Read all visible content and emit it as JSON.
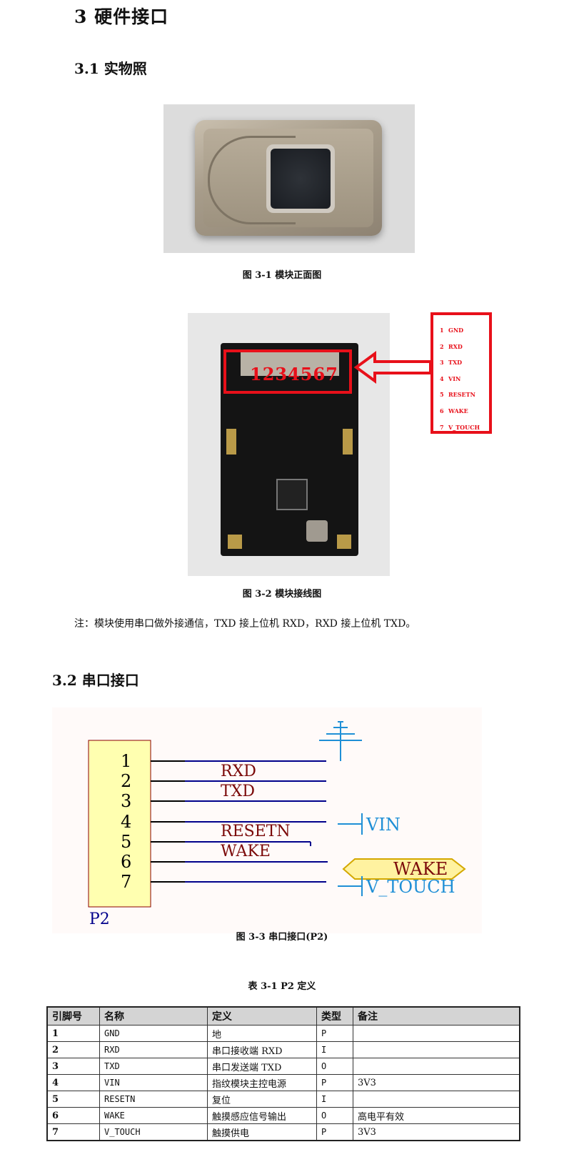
{
  "headings": {
    "section": "3  硬件接口",
    "sub1": "3.1  实物照",
    "sub2": "3.2  串口接口"
  },
  "captions": {
    "fig1": "图  3-1  模块正面图",
    "fig2": "图  3-2 模块接线图",
    "fig3": "图  3-3     串口接口(P2)",
    "table": "表  3-1    P2 定义"
  },
  "note": "注：模块使用串口做外接通信，TXD 接上位机 RXD，RXD 接上位机 TXD。",
  "wiring": {
    "pin_numbers": "1234567",
    "pins": [
      {
        "num": "1",
        "name": "GND"
      },
      {
        "num": "2",
        "name": "RXD"
      },
      {
        "num": "3",
        "name": "TXD"
      },
      {
        "num": "4",
        "name": "VIN"
      },
      {
        "num": "5",
        "name": "RESETN"
      },
      {
        "num": "6",
        "name": "WAKE"
      },
      {
        "num": "7",
        "name": "V_TOUCH"
      }
    ]
  },
  "schematic": {
    "connector": "P2",
    "pins": [
      "1",
      "2",
      "3",
      "4",
      "5",
      "6",
      "7"
    ],
    "nets": [
      "RXD",
      "TXD",
      "RESETN",
      "WAKE"
    ],
    "ports": [
      "VIN",
      "WAKE",
      "V_TOUCH"
    ],
    "colors": {
      "wire": "#00008b",
      "net_label": "#7b0a0a",
      "port": "#1f8fd6",
      "box": "#ffffb0"
    }
  },
  "table": {
    "headers": [
      "引脚号",
      "名称",
      "定义",
      "类型",
      "备注"
    ],
    "rows": [
      [
        "1",
        "GND",
        "地",
        "P",
        ""
      ],
      [
        "2",
        "RXD",
        "串口接收端 RXD",
        "I",
        ""
      ],
      [
        "3",
        "TXD",
        "串口发送端 TXD",
        "O",
        ""
      ],
      [
        "4",
        "VIN",
        "指纹模块主控电源",
        "P",
        "3V3"
      ],
      [
        "5",
        "RESETN",
        "复位",
        "I",
        ""
      ],
      [
        "6",
        "WAKE",
        "触摸感应信号输出",
        "O",
        "高电平有效"
      ],
      [
        "7",
        "V_TOUCH",
        "触摸供电",
        "P",
        "3V3"
      ]
    ]
  }
}
